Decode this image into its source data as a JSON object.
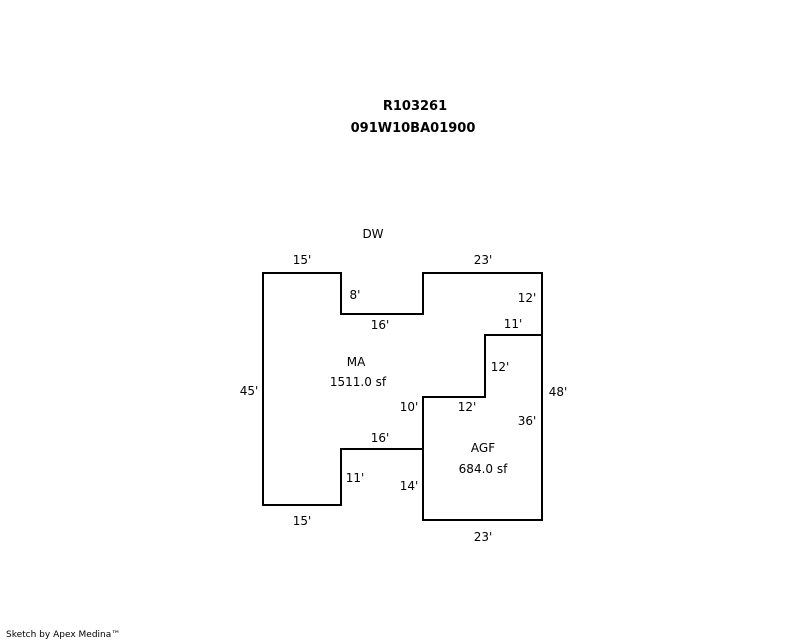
{
  "header": {
    "parcel_id": "R103261",
    "map_number": "091W10BA01900"
  },
  "areas": {
    "ma": {
      "code": "MA",
      "area": "1511.0 sf"
    },
    "agf": {
      "code": "AGF",
      "area": "684.0 sf"
    },
    "dw": {
      "code": "DW"
    }
  },
  "dimensions": {
    "ma_top": "15'",
    "ma_notch_depth": "8'",
    "ma_notch_width": "16'",
    "ma_left": "45'",
    "ma_step_upper": "10'",
    "ma_step_lower_width": "16'",
    "ma_lower_right": "11'",
    "ma_bottom": "15'",
    "top_right_width": "23'",
    "top_right_height": "12'",
    "upper_step_width": "11'",
    "upper_step_height": "12'",
    "mid_step_width": "12'",
    "agf_inner_height": "36'",
    "agf_left": "14'",
    "right_total": "48'",
    "agf_bottom": "23'"
  },
  "footer": {
    "credit": "Sketch by Apex Medina™"
  }
}
